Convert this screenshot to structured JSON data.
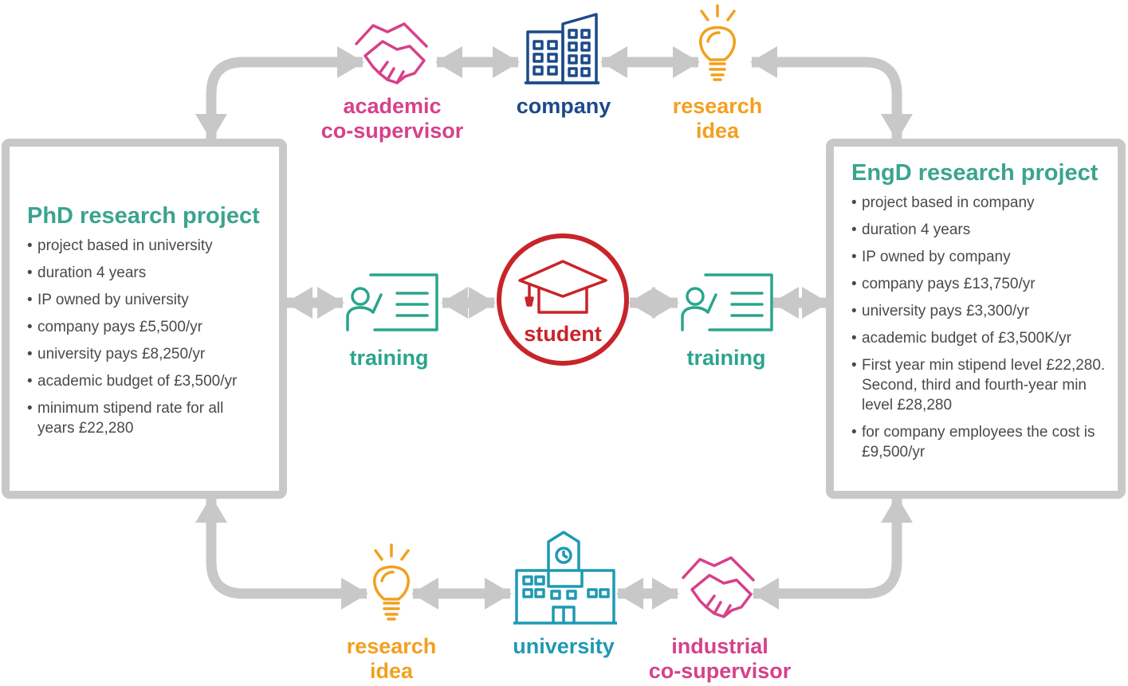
{
  "colors": {
    "arrow_gray": "#c8c8c8",
    "pink": "#d6418a",
    "navy": "#1c4a8a",
    "orange": "#f2a01e",
    "teal": "#2aa58c",
    "red": "#c8242a",
    "cyan": "#1f99b3",
    "panel_title": "#3aa48f"
  },
  "nodes": {
    "top_academic": {
      "line1": "academic",
      "line2": "co-supervisor",
      "icon": "handshake-icon"
    },
    "top_company": {
      "label": "company",
      "icon": "building-icon"
    },
    "top_idea": {
      "line1": "research",
      "line2": "idea",
      "icon": "lightbulb-icon"
    },
    "training_left": {
      "label": "training",
      "icon": "presentation-icon"
    },
    "student": {
      "label": "student",
      "icon": "graduation-cap-icon"
    },
    "training_right": {
      "label": "training",
      "icon": "presentation-icon"
    },
    "bottom_idea": {
      "line1": "research",
      "line2": "idea",
      "icon": "lightbulb-icon"
    },
    "bottom_university": {
      "label": "university",
      "icon": "university-icon"
    },
    "bottom_industrial": {
      "line1": "industrial",
      "line2": "co-supervisor",
      "icon": "handshake-icon"
    }
  },
  "phd": {
    "title": "PhD research project",
    "items": [
      "project based in university",
      "duration 4 years",
      "IP owned by university",
      "company pays £5,500/yr",
      "university pays £8,250/yr",
      "academic budget of £3,500/yr",
      "minimum stipend rate for all years £22,280"
    ]
  },
  "engd": {
    "title": "EngD research project",
    "items": [
      "project based in company",
      "duration 4 years",
      "IP owned by company",
      "company pays £13,750/yr",
      "university pays £3,300/yr",
      "academic budget of £3,500K/yr",
      "First year min stipend level £22,280.",
      "Second, third and fourth-year min level £28,280",
      "for company employees the cost is £9,500/yr"
    ]
  }
}
